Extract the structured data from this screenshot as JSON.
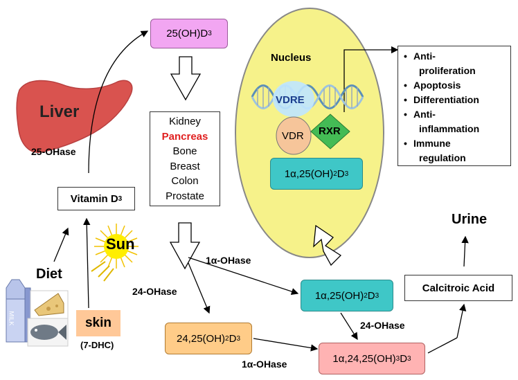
{
  "labels": {
    "metabolite_25oh": "25(OH)D",
    "metabolite_25oh_sub": "3",
    "liver": "Liver",
    "oh25ase": "25-OHase",
    "vitamin_d3": "Vitamin D",
    "vitamin_d3_sub": "3",
    "diet": "Diet",
    "sun": "Sun",
    "skin": "skin",
    "seven_dhc": "(7-DHC)",
    "milk": "MILK",
    "nucleus": "Nucleus",
    "vdre": "VDRE",
    "vdr": "VDR",
    "rxr": "RXR",
    "nuclear_active": "1α,25(OH)",
    "nuclear_active_sub1": "2",
    "nuclear_active_mid": "D",
    "nuclear_active_sub2": "3",
    "oh1a_ase_top": "1α-OHase",
    "oh24_ase_left": "24-OHase",
    "active": "1α,25(OH)",
    "active_sub1": "2",
    "active_mid": "D",
    "active_sub2": "3",
    "oh24_ase_right": "24-OHase",
    "inactive_24": "24,25(OH)",
    "inactive_24_sub1": "2",
    "inactive_24_mid": "D",
    "inactive_24_sub2": "3",
    "oh1a_ase_bottom": "1α-OHase",
    "trihydroxy": "1α,24,25(OH)",
    "trihydroxy_sub1": "3",
    "trihydroxy_mid": "D",
    "trihydroxy_sub2": "3",
    "calcitroic": "Calcitroic Acid",
    "urine": "Urine"
  },
  "tissues": [
    {
      "name": "Kidney",
      "color": "#000000"
    },
    {
      "name": "Pancreas",
      "color": "#e02020"
    },
    {
      "name": "Bone",
      "color": "#000000"
    },
    {
      "name": "Breast",
      "color": "#000000"
    },
    {
      "name": "Colon",
      "color": "#000000"
    },
    {
      "name": "Prostate",
      "color": "#000000"
    }
  ],
  "effects": [
    {
      "line1": "Anti-",
      "line2": "proliferation"
    },
    {
      "line1": "Apoptosis",
      "line2": ""
    },
    {
      "line1": "Differentiation",
      "line2": ""
    },
    {
      "line1": "Anti-",
      "line2": "inflammation"
    },
    {
      "line1": "Immune",
      "line2": "regulation"
    }
  ],
  "colors": {
    "pink_box": "#f2a6f2",
    "teal_box": "#3fc7c7",
    "orange_box": "#ffcc88",
    "salmon_box": "#ffb3b3",
    "nucleus_fill": "#f6f28a",
    "liver": "#d9534f",
    "vdr_fill": "#f6c59a",
    "rxr_fill": "#44bb55",
    "sun": "#ffee00",
    "skin_box": "#ffc898"
  },
  "icons": [
    "milk-carton-icon",
    "cheese-icon",
    "fish-icon",
    "sun-icon",
    "liver-icon",
    "dna-helix-icon"
  ]
}
